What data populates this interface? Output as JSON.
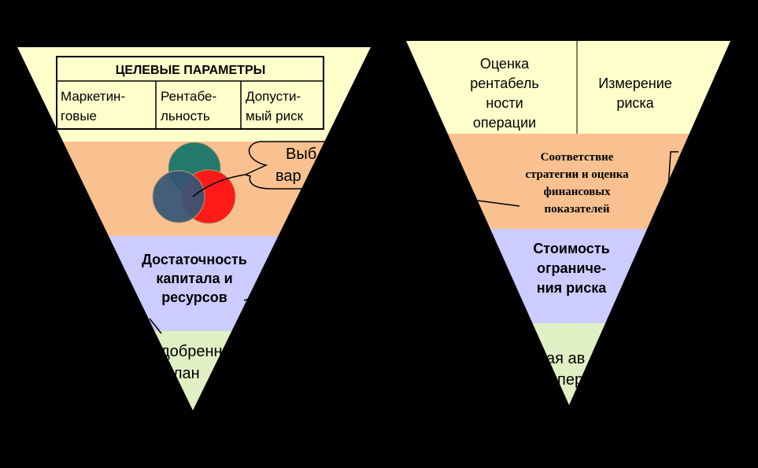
{
  "left_funnel": {
    "table_header": "ЦЕЛЕВЫЕ ПАРАМЕТРЫ",
    "columns": [
      [
        "Маркетин-",
        "говые"
      ],
      [
        "Рентабе-",
        "льность"
      ],
      [
        "Допусти-",
        "мый риск"
      ]
    ],
    "callout": [
      "Выб",
      "вар"
    ],
    "capital": [
      "Достаточность",
      "капитала и",
      "ресурсов"
    ],
    "bottom": [
      "добренн",
      "план"
    ]
  },
  "right_funnel": {
    "top_left": [
      "Оценка",
      "рентабель",
      "ности",
      "операции"
    ],
    "top_right": [
      "Измерение",
      "риска"
    ],
    "strategy": [
      "Соответствие",
      "стратегии и оценка",
      "финансовых",
      "показателей"
    ],
    "cost": [
      "Стоимость",
      "ограниче-",
      "ния риска"
    ],
    "bottom": [
      "ная ав",
      "пер"
    ]
  },
  "colors": {
    "top_band": "#FFFFCC",
    "orange_band": "#F9C18F",
    "blue_band": "#CCCCFF",
    "green_band": "#E0F0C4",
    "circle_teal": "#23796B",
    "circle_blue": "#355675",
    "circle_red": "#FF1A1A"
  }
}
